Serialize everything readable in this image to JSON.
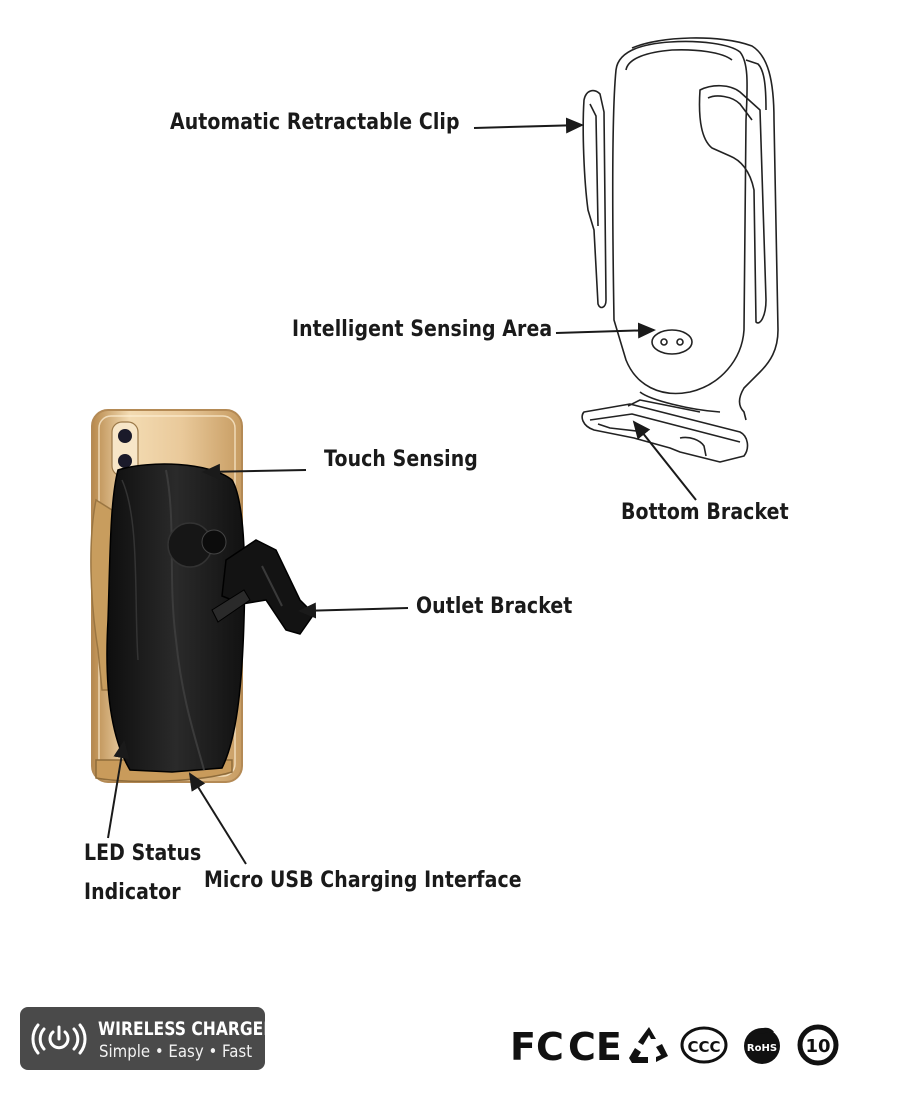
{
  "labels": {
    "clip": "Automatic Retractable Clip",
    "sensing_area": "Intelligent Sensing Area",
    "bottom_bracket": "Bottom Bracket",
    "touch_sensing": "Touch Sensing",
    "outlet_bracket": "Outlet Bracket",
    "led_line1": "LED Status",
    "led_line2": "Indicator",
    "micro_usb": "Micro USB Charging Interface"
  },
  "badge": {
    "title": "WIRELESS CHARGER",
    "subtitle": "Simple • Easy • Fast"
  },
  "certifications": {
    "fc": "FC",
    "ce": "CE",
    "ccc": "CCC",
    "rohs": "RoHS",
    "ten": "10"
  },
  "colors": {
    "arrow": "#1a1a1a",
    "gold": "#c9a46a",
    "holder_black": "#1c1c1c",
    "badge_bg": "#4a4a4a"
  }
}
